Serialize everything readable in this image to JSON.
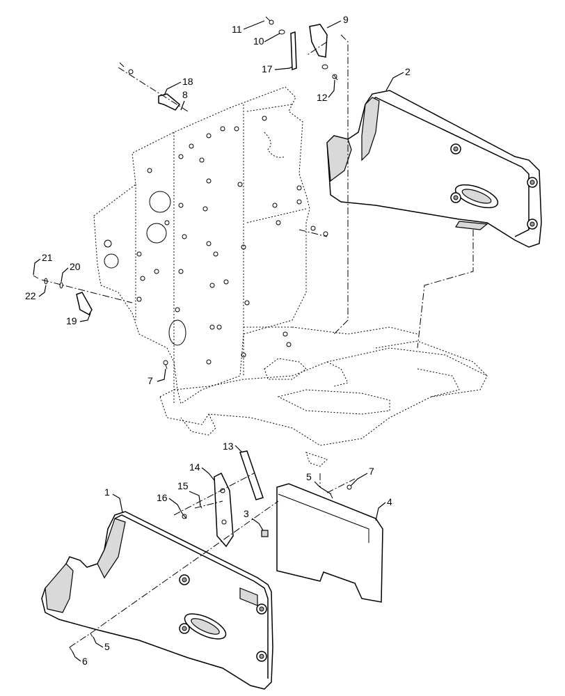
{
  "callouts": {
    "c1": "1",
    "c2": "2",
    "c3": "3",
    "c4": "4",
    "c5a": "5",
    "c5b": "5",
    "c6": "6",
    "c7a": "7",
    "c7b": "7",
    "c8": "8",
    "c9": "9",
    "c10": "10",
    "c11": "11",
    "c12": "12",
    "c13": "13",
    "c14": "14",
    "c15": "15",
    "c16": "16",
    "c17": "17",
    "c18": "18",
    "c19": "19",
    "c20": "20",
    "c21": "21",
    "c22": "22"
  }
}
